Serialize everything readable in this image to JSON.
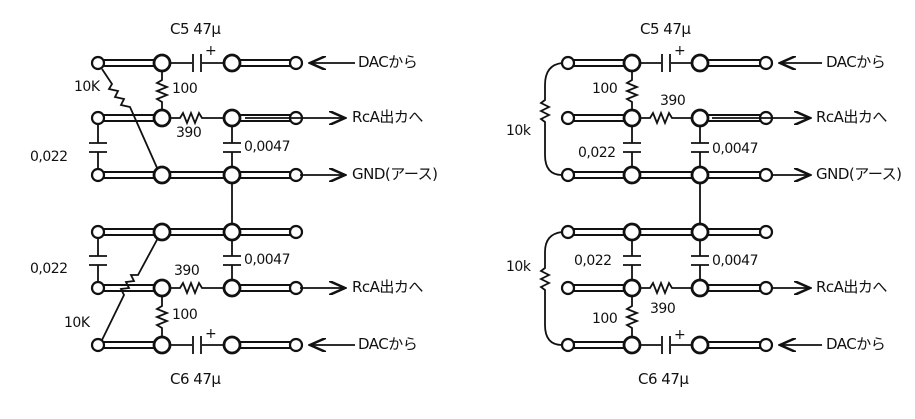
{
  "left": {
    "c5": "C5 47μ",
    "c6": "C6 47μ",
    "plus": "+",
    "r10k_top": "10K",
    "r10k_bot": "10K",
    "r100_top": "100",
    "r100_bot": "100",
    "r390_top": "390",
    "r390_bot": "390",
    "cap022_top": "0,022",
    "cap022_bot": "0,022",
    "cap0047_top": "0,0047",
    "cap0047_bot": "0,0047",
    "dac_top": "DACから",
    "rca_top": "RcA出カへ",
    "gnd": "GND(アース)",
    "rca_bot": "RcA出カへ",
    "dac_bot": "DACから"
  },
  "right": {
    "c5": "C5 47μ",
    "c6": "C6 47μ",
    "plus": "+",
    "r10k_top": "10k",
    "r10k_bot": "10k",
    "r100_top": "100",
    "r100_bot": "100",
    "r390_top": "390",
    "r390_bot": "390",
    "cap022_top": "0,022",
    "cap022_bot": "0,022",
    "cap0047_top": "0,0047",
    "cap0047_bot": "0,0047",
    "dac_top": "DACから",
    "rca_top": "RcA出カへ",
    "gnd": "GND(アース)",
    "rca_bot": "RcA出カへ",
    "dac_bot": "DACから"
  }
}
